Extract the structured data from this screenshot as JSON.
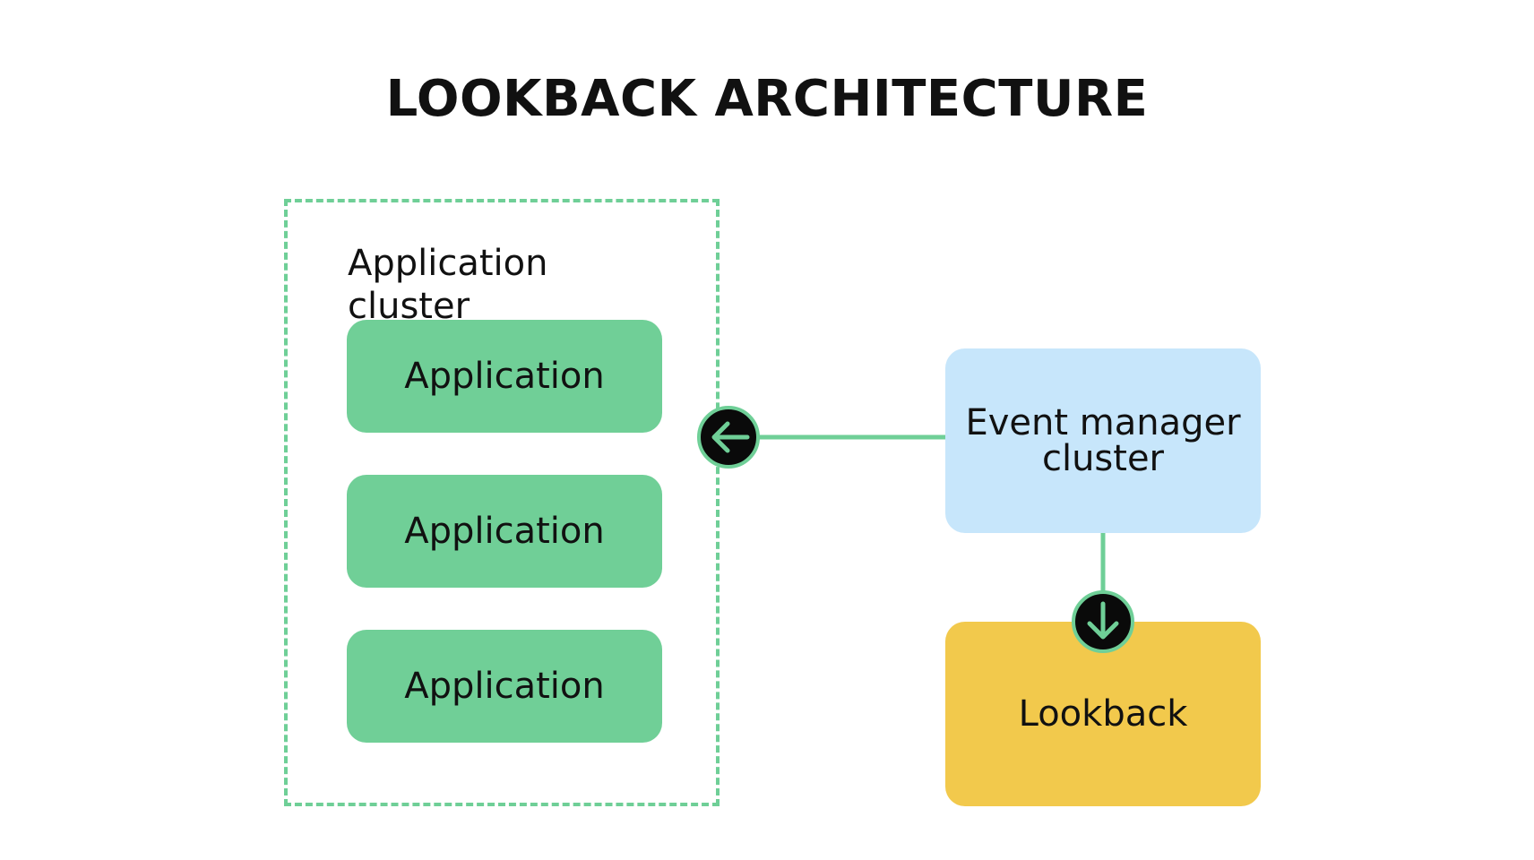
{
  "title": "LOOKBACK ARCHITECTURE",
  "application_cluster": {
    "label": "Application cluster",
    "applications": [
      "Application",
      "Application",
      "Application"
    ]
  },
  "event_manager": {
    "label": "Event manager cluster"
  },
  "lookback": {
    "label": "Lookback"
  },
  "colors": {
    "application": "#70cf97",
    "cluster_border": "#6fcf97",
    "event_manager": "#c7e6fb",
    "lookback": "#f2c94c",
    "connector": "#6fcf97",
    "arrow_circle": "#0a0a0a"
  },
  "icons": {
    "left_arrow": "arrow-left-icon",
    "down_arrow": "arrow-down-icon"
  }
}
